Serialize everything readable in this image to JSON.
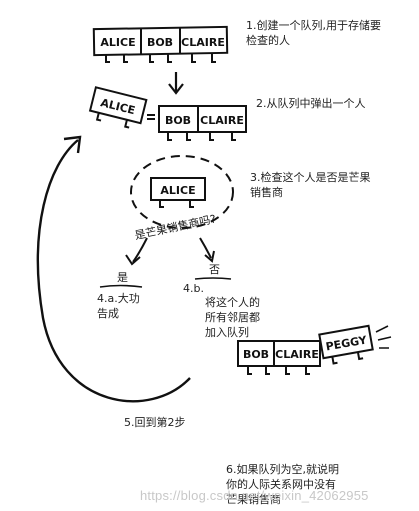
{
  "queue_1": [
    "ALICE",
    "BOB",
    "CLAIRE"
  ],
  "popped": "ALICE",
  "queue_2": [
    "BOB",
    "CLAIRE"
  ],
  "checking": "ALICE",
  "question": "是芒果销售商吗?",
  "branch_yes": "是",
  "branch_no": "否",
  "step_4a": "4.a.大功\n告成",
  "step_4b_label": "4.b.",
  "step_4b_text": "将这个人的\n所有邻居都\n加入队列",
  "queue_3": [
    "BOB",
    "CLAIRE",
    "PEGGY"
  ],
  "steps": {
    "s1": "1.创建一个队列,用于存储要\n检查的人",
    "s2": "2.从队列中弹出一个人",
    "s3": "3.检查这个人是否是芒果\n销售商",
    "s5": "5.回到第2步",
    "s6": "6.如果队列为空,就说明\n你的人际关系网中没有\n芒果销售商"
  },
  "watermark": "https://blog.csdn.net/weixin_42062955"
}
